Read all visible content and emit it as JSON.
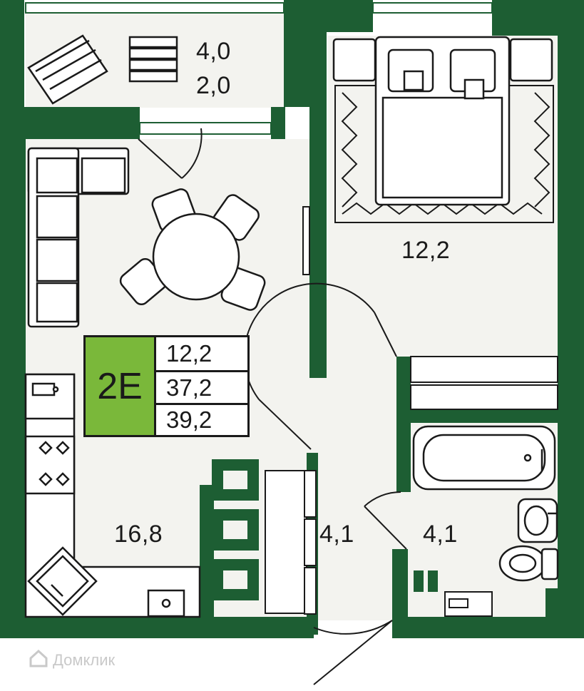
{
  "colors": {
    "wall": "#1d5e33",
    "floor": "#f3f3ef",
    "badge": "#7ab83a",
    "line": "#1a1a1a"
  },
  "areas": {
    "balcony_total": "4,0",
    "balcony_counted": "2,0",
    "bedroom": "12,2",
    "kitchen_living": "16,8",
    "hall": "4,1",
    "bathroom": "4,1"
  },
  "summary": {
    "type": "2Е",
    "living_area": "12,2",
    "total_area": "37,2",
    "total_with_balcony": "39,2"
  },
  "watermark": {
    "text": "Домклик",
    "icon": "home-icon"
  }
}
